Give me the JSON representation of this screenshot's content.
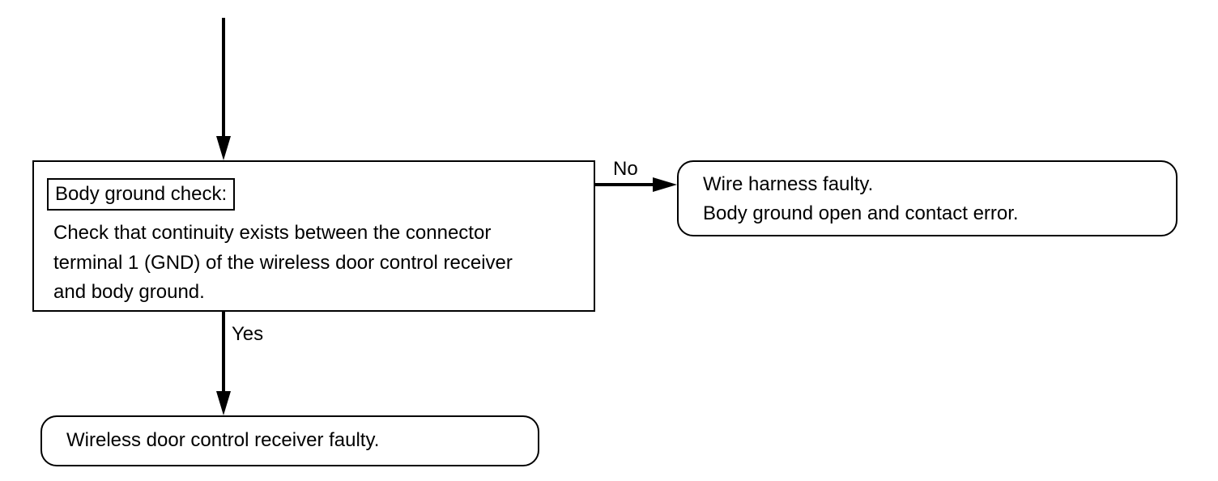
{
  "check_step": {
    "heading": "Body ground check:",
    "body_lines": [
      "Check that continuity exists between the connector",
      "terminal 1 (GND) of the wireless door control receiver",
      "and body ground."
    ]
  },
  "branches": {
    "no_label": "No",
    "yes_label": "Yes"
  },
  "result_no": {
    "lines": [
      "Wire harness faulty.",
      "Body ground open and contact error."
    ]
  },
  "result_yes": {
    "line": "Wireless door control receiver faulty."
  }
}
